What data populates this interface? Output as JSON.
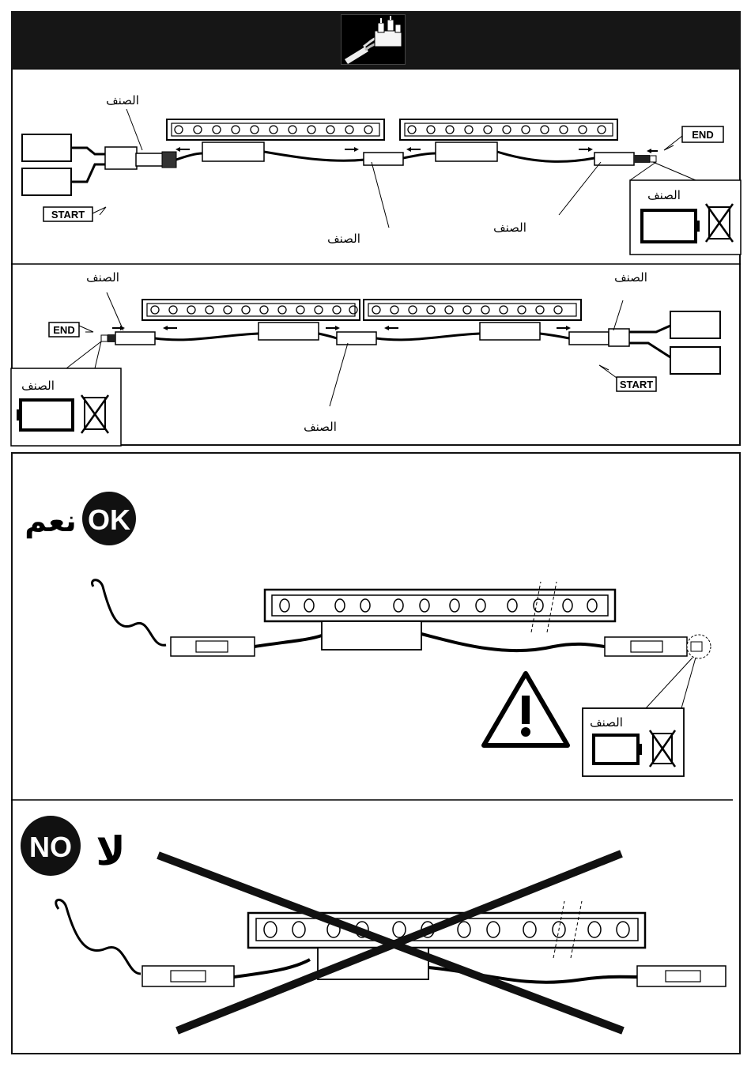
{
  "top_panel": {
    "row1": {
      "label_left": "الصنف",
      "label_mid": "الصنف",
      "label_right": "الصنف",
      "label_box": "الصنف",
      "start_label": "START",
      "end_label": "END"
    },
    "row2": {
      "label_left": "الصنف",
      "label_mid": "الصنف",
      "label_right": "الصنف",
      "label_box": "الصنف",
      "start_label": "START",
      "end_label": "END"
    }
  },
  "ok_panel": {
    "badge": "OK",
    "arabic": "نعم",
    "label_box": "الصنف"
  },
  "no_panel": {
    "badge": "NO",
    "arabic": "لا"
  }
}
